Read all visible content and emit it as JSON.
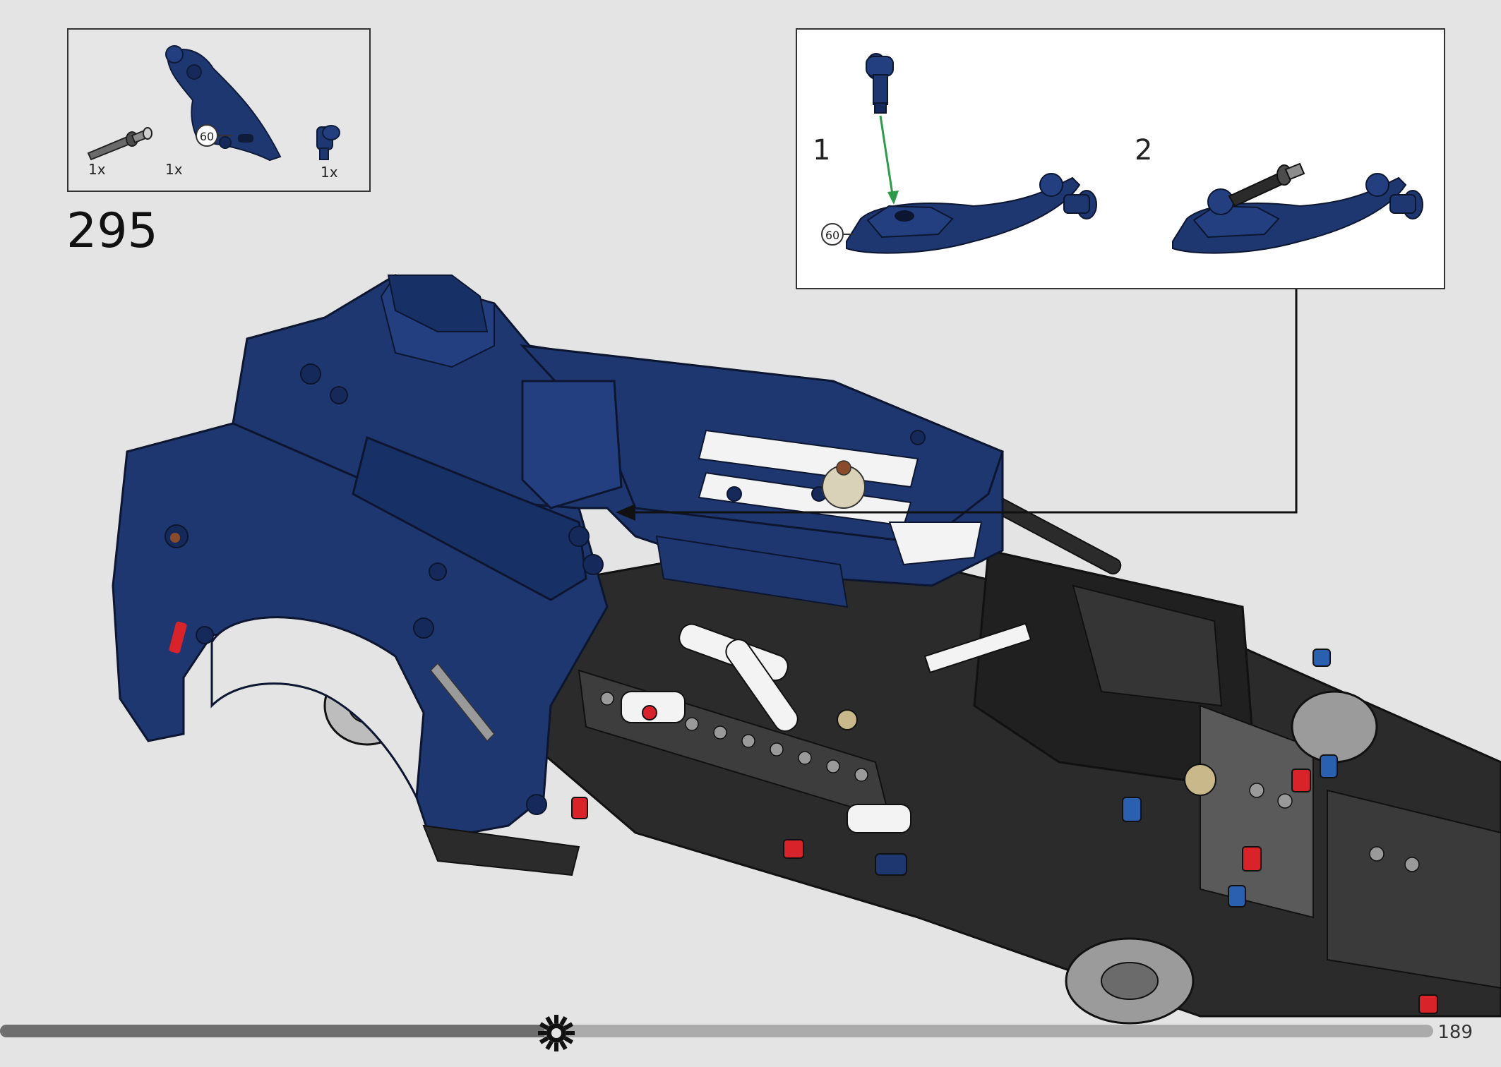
{
  "step": {
    "number": "295"
  },
  "parts_list": {
    "items": [
      {
        "name": "axle-pin-gray",
        "quantity": "1x"
      },
      {
        "name": "curved-panel-blue",
        "quantity": "1x",
        "callout": "60"
      },
      {
        "name": "axle-connector-blue",
        "quantity": "1x"
      }
    ]
  },
  "callout": {
    "substeps": [
      {
        "number": "1",
        "label_callout": "60"
      },
      {
        "number": "2"
      }
    ]
  },
  "progress": {
    "fraction": 0.38
  },
  "footer": {
    "page_number": "189"
  },
  "colors": {
    "background": "#e4e4e4",
    "brand_blue": "#1f3770",
    "dark_blue": "#132451",
    "frame_black": "#2b2b2b",
    "frame_gray": "#8a8a8a",
    "accent_red": "#d8232a",
    "arrow_green": "#2e9b4a",
    "white_part": "#f3f3f3"
  }
}
